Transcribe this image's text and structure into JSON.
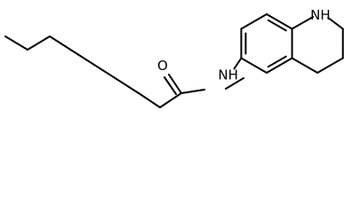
{
  "molecule": {
    "atoms": {
      "carbonyl_oxygen": "O",
      "amide_nitrogen": "NH",
      "ring_nitrogen": "NH"
    }
  }
}
